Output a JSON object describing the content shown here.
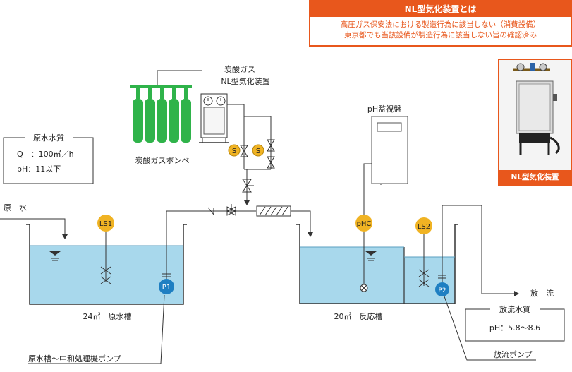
{
  "info": {
    "title": "NL型気化装置とは",
    "line1": "高圧ガス保安法における製造行為に該当しない（消費設備）",
    "line2": "東京都でも当該設備が製造行為に該当しない旨の確認済み"
  },
  "photo": {
    "caption": "NL型気化装置"
  },
  "raw_quality": {
    "title": "原水水質",
    "q": "Q　：100㎥／h",
    "ph": "pH：11以下"
  },
  "discharge_quality": {
    "title": "放流水質",
    "ph": "pH：5.8〜8.6"
  },
  "labels": {
    "co2_gas": "炭酸ガス",
    "vaporizer": "NL型気化装置",
    "cylinder": "炭酸ガスボンベ",
    "ph_panel": "pH監視盤",
    "raw_water": "原　水",
    "discharge": "放　流",
    "raw_tank": "24㎥　原水槽",
    "reaction_tank": "20㎥　反応槽",
    "pump1_desc": "原水槽〜中和処理機ポンプ",
    "pump2_desc": "放流ポンプ"
  },
  "instruments": {
    "ls1": "LS1",
    "ls2": "LS2",
    "phc": "pHC",
    "p1": "P1",
    "p2": "P2",
    "s1": "S",
    "s2": "S"
  },
  "colors": {
    "accent": "#e8571c",
    "water": "#a8d8ec",
    "cylinder": "#2fb34a",
    "sensor": "#f0b323",
    "pump": "#1e7fc2"
  }
}
